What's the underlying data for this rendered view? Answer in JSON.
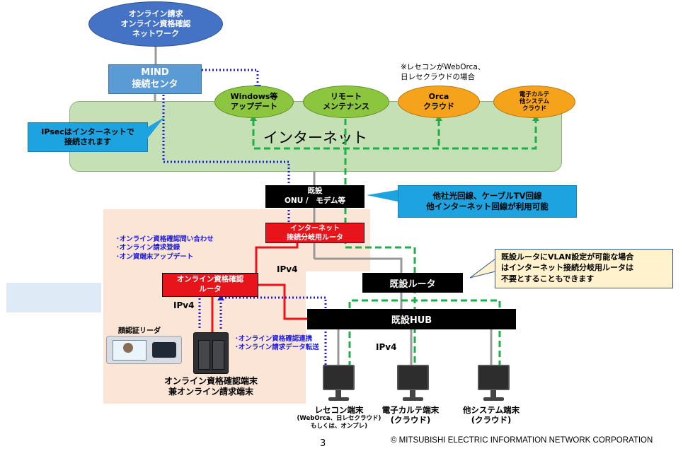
{
  "network_cloud": {
    "line1": "オンライン請求",
    "line2": "オンライン資格確認",
    "line3": "ネットワーク"
  },
  "mind_center": {
    "line1": "MIND",
    "line2": "接続センタ"
  },
  "rececon_note": {
    "line1": "※レセコンがWebOrca、",
    "line2": "日レセクラウドの場合"
  },
  "services": {
    "windows": {
      "line1": "Windows等",
      "line2": "アップデート"
    },
    "remote": {
      "line1": "リモート",
      "line2": "メンテナンス"
    },
    "orca": {
      "line1": "Orca",
      "line2": "クラウド"
    },
    "emr": {
      "line1": "電子カルテ",
      "line2": "他システム",
      "line3": "クラウド"
    }
  },
  "internet_label": "インターネット",
  "ipsec_note": {
    "line1": "IPsecはインターネットで",
    "line2": "接続されます"
  },
  "onu": {
    "line1": "既設",
    "line2": "ONU /　モデム等"
  },
  "line_note": {
    "line1": "他社光回線、ケーブルTV回線",
    "line2": "他インターネット回線が利用可能"
  },
  "branch_router": {
    "line1": "インターネット",
    "line2": "接続分岐用ルータ"
  },
  "vlan_note": {
    "line1": "既設ルータにVLAN設定が可能な場合",
    "line2": "はインターネット接続分岐用ルータは",
    "line3": "不要とすることもできます"
  },
  "left_list": {
    "item1": "･オンライン資格確認問い合わせ",
    "item2": "･オンライン請求登録",
    "item3": "･オン資端末アップデート"
  },
  "ipv4": {
    "a": "IPv4",
    "b": "IPv4",
    "c": "IPv4"
  },
  "oc_router": {
    "line1": "オンライン資格確認",
    "line2": "ルータ"
  },
  "existing_router": "既設ルータ",
  "existing_hub": "既設HUB",
  "face_reader": "顔認証リーダ",
  "link_notes": {
    "line1": "･オンライン資格確認連携",
    "line2": "･オンライン請求データ転送"
  },
  "oc_terminal": {
    "line1": "オンライン資格確認端末",
    "line2": "兼オンライン請求端末"
  },
  "terminals": {
    "rececon": {
      "line1": "レセコン端末",
      "line2": "(WebOrca、日レセクラウド)",
      "line3": "もしくは、オンプレ)"
    },
    "emr": {
      "line1": "電子カルテ端末",
      "line2": "(クラウド)"
    },
    "other": {
      "line1": "他システム端末",
      "line2": "(クラウド)"
    }
  },
  "page_number": "3",
  "copyright": "© MITSUBISHI ELECTRIC INFORMATION NETWORK CORPORATION",
  "colors": {
    "cloud_blue": "#4472c4",
    "internet_green": "#c5e0b4",
    "service_green": "#8cc63f",
    "service_orange": "#f5a31a",
    "router_red": "#e8141b",
    "note_blue": "#1ca3e0",
    "note_yellow": "#fff2cc",
    "lan_peach": "#fbe5d6",
    "green_dash": "#1fae4b",
    "blue_dot": "#1a1adb"
  }
}
